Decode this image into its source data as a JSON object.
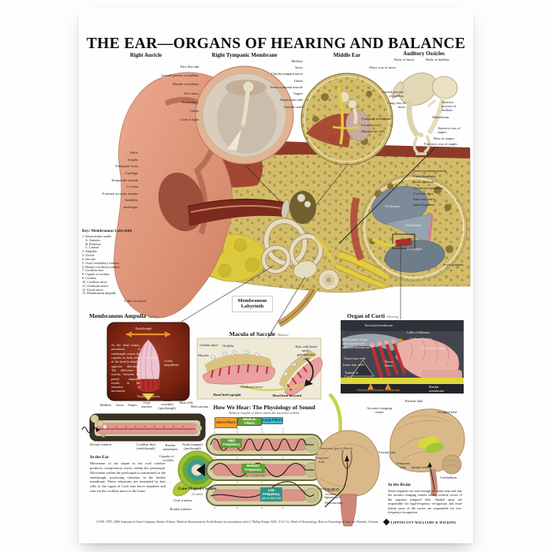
{
  "poster": {
    "title": "THE EAR—ORGANS OF HEARING AND BALANCE"
  },
  "auricle": {
    "title": "Right Auricle",
    "labels": [
      "Helix",
      "Scapha",
      "Triangular fossa",
      "Cartilage",
      "Temporalis muscle",
      "Concha",
      "External acoustic meatus",
      "Antihelix",
      "Antitragus"
    ],
    "lobe": "Lobe of auricle"
  },
  "tympanic": {
    "title": "Right Tympanic Membrane",
    "labels": [
      "Pars flaccida",
      "Lateral process of malleus",
      "Handle of malleus",
      "Pars tensa",
      "Promontory",
      "Umbo",
      "Cone of light"
    ]
  },
  "middle_ear": {
    "title": "Middle Ear",
    "labels": [
      "Malleus",
      "Incus",
      "Chorda tympani nerve",
      "Umbo",
      "Tensor tympani muscle",
      "Stapes",
      "Eustachian tube",
      "Carotid canal"
    ],
    "labels2": [
      "Tympanic membrane",
      "Facial nerve",
      "Mastoid air cells"
    ]
  },
  "ossicles": {
    "title": "Auditory Ossicles",
    "labels": [
      "Body of incus",
      "Body of malleus",
      "Short crus of incus",
      "Lateral process of malleus",
      "Long crus of incus",
      "Anterior process of malleus",
      "Manubrium",
      "Anterior crus of stapes",
      "Base of stapes",
      "Posterior crus of stapes"
    ]
  },
  "key": {
    "title": "Key: Membranous Labyrinth",
    "items": [
      "1. Semicircular canals",
      "    A. Anterior",
      "    B. Posterior",
      "    C. Lateral",
      "2. Ampulla",
      "3. Utricle",
      "4. Saccule",
      "5. Oval (vestibular) window",
      "6. Round (cochlear) window",
      "7. Cochlear duct",
      "8. Cupula of cochlea",
      "9. Cochlea",
      "10. Cochlear nerve",
      "11. Vestibular nerve",
      "12. Facial nerve",
      "13. Membranous ampulla"
    ]
  },
  "labyrinth": {
    "label": "Membranous Labyrinth"
  },
  "cochlea_section": {
    "labels": [
      "Tensor tympani muscle",
      "Eustachian tube",
      "Scala vestibuli",
      "Vestibular membrane",
      "Cochlear duct",
      "Stria vascularis",
      "Spiral ligament"
    ],
    "inner": [
      "Perilymph",
      "Endolymph",
      "Perilymph"
    ],
    "scala_tympani": "Scala tympani"
  },
  "ampulla": {
    "title": "Membranous Ampulla",
    "subtitle": "Balance",
    "endolymph": "Endolymph",
    "cupula": "Cupula",
    "crista": "Crista ampullaris",
    "nerve": "Vestibular nerve",
    "text": "As the head rotates, movement of endolymph causes the cupulae on both sides of the head to bend in opposite directions. The difference in activity between the paired ampullae results in the sensation of movement."
  },
  "macula": {
    "title": "Macula of Saccule",
    "subtitle": "Balance",
    "gelatin": "Gelatin layer",
    "otoliths": "Otoliths",
    "macula": "Macula",
    "hair_cells": "Hair cells bend under gravitational force",
    "nerve": "Vestibular nerve",
    "caption_left": "Head held upright",
    "caption_right": "Head bent forward"
  },
  "corti": {
    "title": "Organ of Corti",
    "subtitle": "Hearing",
    "tectorial": "Tectorial membrane",
    "hensen": "Cells of Hensen",
    "deiters": "Cells of Deiters",
    "claudius": "Cells of Claudius",
    "movement": "Movement of hair cells against the tectorial membrane",
    "outer": "Outer hair cells",
    "inner": "Inner hair cells",
    "nerve_fibers": "Nerve fibers",
    "tunnel": "Tunnel of Corti",
    "vibration": "Vibration of basilar membrane",
    "basilar": "Basilar membrane"
  },
  "uncoiled": {
    "top_labels": [
      "Malleus",
      "Incus",
      "Stapes",
      "Oval window",
      "Scala vestibuli (perilymph)",
      "Hair cells",
      "Helicotrema"
    ],
    "bottom_labels": [
      "Round window",
      "Cochlear duct (endolymph)",
      "Basilar membrane",
      "Scala tympani (perilymph)"
    ]
  },
  "in_the_ear": {
    "title": "In the Ear",
    "text": "Movement of the stapes in the oval window produces compression waves within the perilymph. Movement within the perilymph is transmitted to the endolymph, producing vibration in the basilar membrane. These vibrations are translated by hair cells in the organ of Corti into nerve impulses and sent via the cochlear nerve to the brain."
  },
  "coiled": {
    "title": "Cone-Shaped Cochlea",
    "subtitle": "(Coiled)",
    "cupula": "Cupula of cochlea",
    "oval": "Oval window",
    "round": "Round window"
  },
  "physiology": {
    "title": "How We Hear: The Physiology of Sound",
    "subtitle": "Relative lengths of fibers within the uncoiled cochlea",
    "fibers": [
      "Short Fibers",
      "Medium Fibers",
      "Long Fibers"
    ],
    "high": {
      "name": "High Frequency",
      "range": "(2,000 to 20,000 Hz)"
    },
    "medium": {
      "name": "Medium Frequency",
      "range": "(500 to 2,000 Hz)"
    },
    "low": {
      "name": "Low Frequency",
      "range": "(20 to 500 Hz)"
    },
    "cupula": "Cupula of cochlea",
    "helicotrema": "Helicotrema"
  },
  "brain": {
    "coronal_labels": [
      "Transverse gyri of Heschl",
      "Temporal lobe",
      "Cochlear nerve",
      "Spinal cord"
    ],
    "lateral_labels": [
      "Parietal lobe",
      "Acoustic imaging center",
      "Occipital lobe",
      "Frontal lobe",
      "Temporal lobe",
      "Spinal cord",
      "Cerebellum"
    ],
    "in_the_brain": {
      "title": "In the Brain",
      "text": "Nerve impulses are sent through the brain stem and into the acoustic imaging centers in the cerebral cortex of the opposite temporal lobe. Shaded areas are responsible for high-frequency recognition and more lateral areas of the cortex are responsible for low-frequency recognition."
    }
  },
  "footer": {
    "copyright": "©1991, 1997, 2000 Anatomical Chart Company, Skokie, Illinois. Medical illustrations by Keith Kasnot in consultation with C. Phillip Daspit, M.D., F.A.C.S., Head of Neurotology, Barrow Neurological Institute, Phoenix, Arizona.",
    "publisher": "Lippincott Williams & Wilkins"
  },
  "colors": {
    "bone": "#d3bd6b",
    "skin": "#e2987e",
    "maroon": "#7c2a1e",
    "nerve_yellow": "#e3cc3f",
    "accent_green": "#c3d44f",
    "teal": "#3a9b8e"
  }
}
